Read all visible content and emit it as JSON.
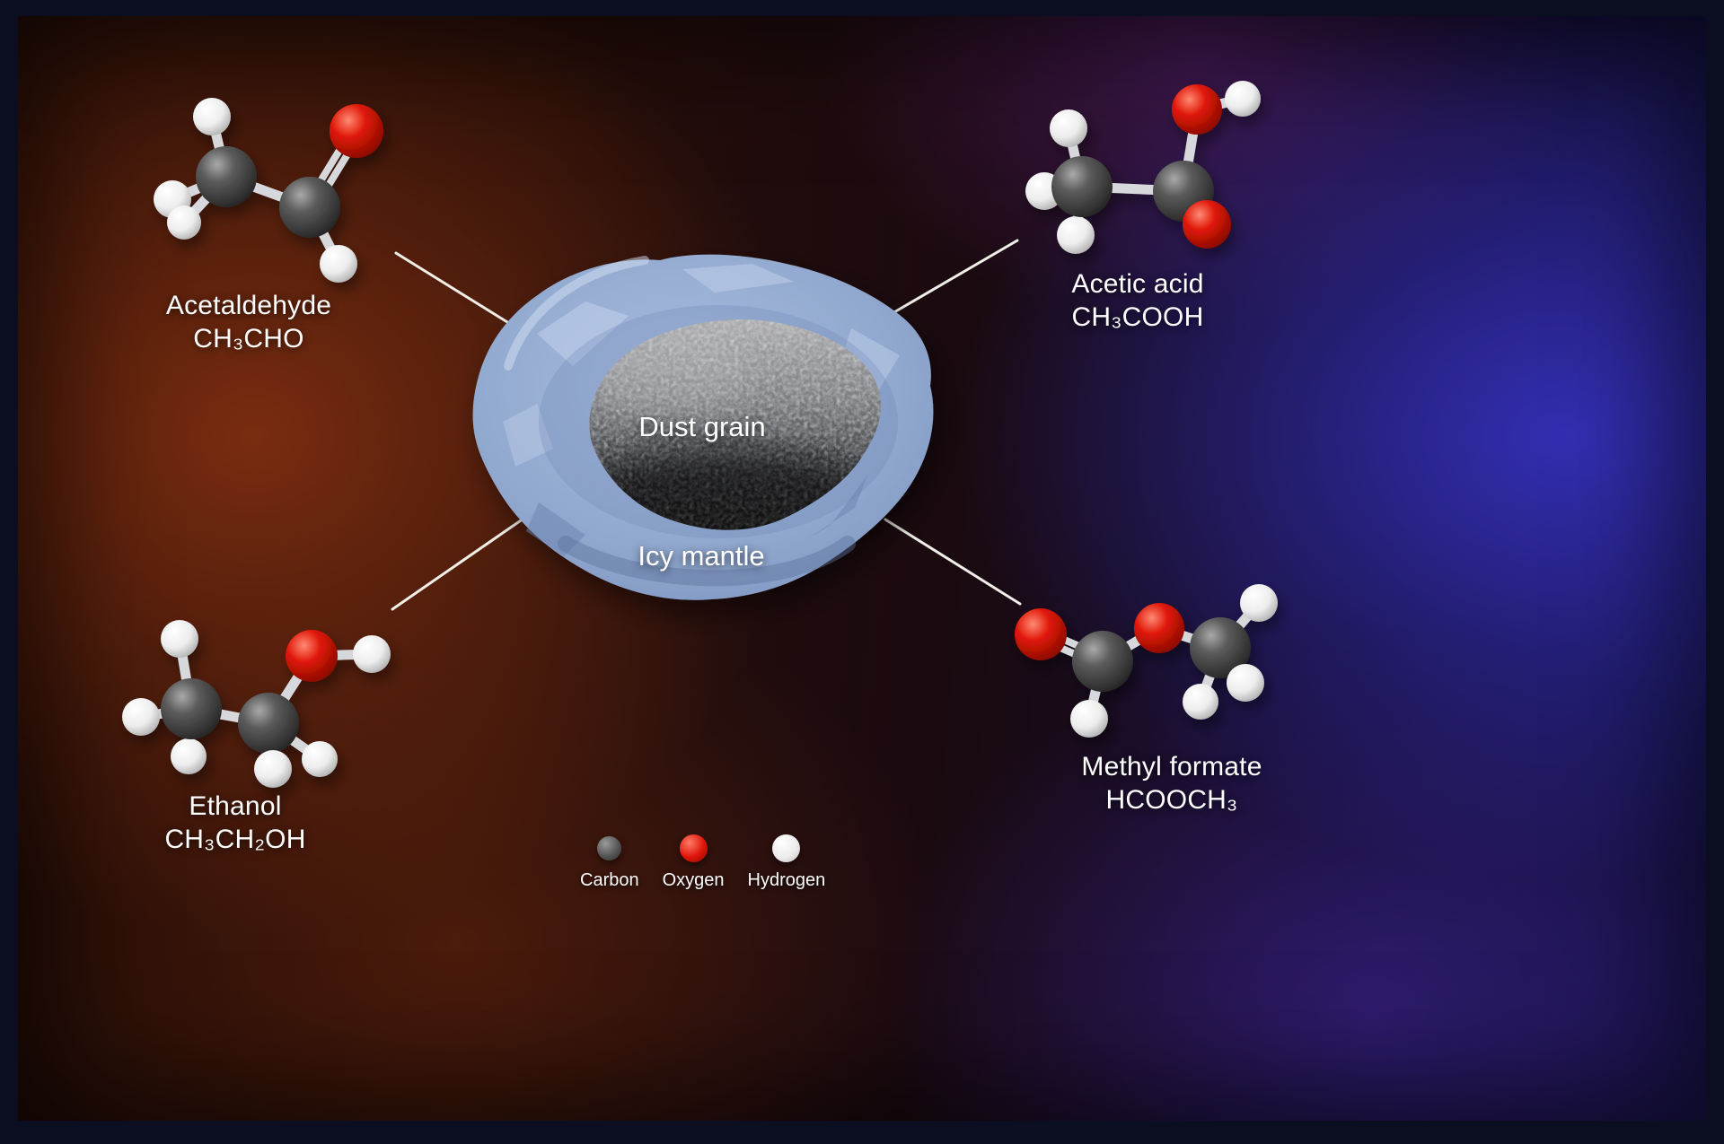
{
  "center": {
    "core_label": "Dust grain",
    "shell_label": "Icy mantle",
    "mantle_color": "#93a9ce",
    "grain_color": "#57585c"
  },
  "molecules": [
    {
      "id": "acetaldehyde",
      "name": "Acetaldehyde",
      "formula": "CH₃CHO"
    },
    {
      "id": "acetic-acid",
      "name": "Acetic acid",
      "formula": "CH₃COOH"
    },
    {
      "id": "ethanol",
      "name": "Ethanol",
      "formula": "CH₃CH₂OH"
    },
    {
      "id": "methyl-formate",
      "name": "Methyl formate",
      "formula": "HCOOCH₃"
    }
  ],
  "legend": {
    "items": [
      {
        "element": "Carbon",
        "color": "#565656"
      },
      {
        "element": "Oxygen",
        "color": "#dd1408"
      },
      {
        "element": "Hydrogen",
        "color": "#f2f2f2"
      }
    ]
  }
}
